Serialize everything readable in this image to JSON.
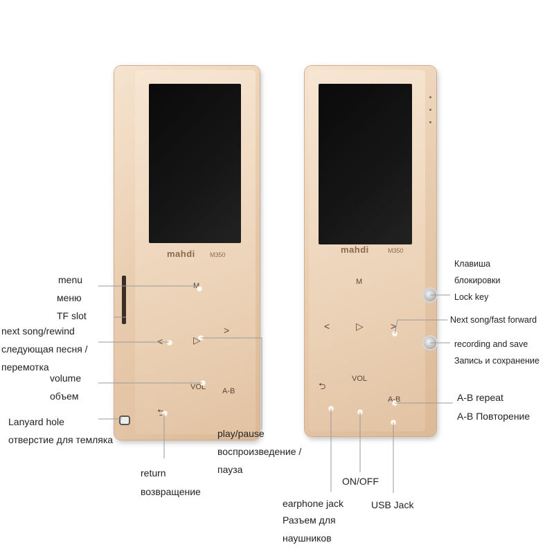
{
  "left_device": {
    "brand": "mahdi",
    "model": "M350",
    "buttons": {
      "menu": "M",
      "prev": "<",
      "play": "▷",
      "next": ">",
      "vol": "VOL",
      "ab": "A-B",
      "back": "⮌"
    }
  },
  "right_device": {
    "brand": "mahdi",
    "model": "M350",
    "buttons": {
      "menu": "M",
      "prev": "<",
      "play": "▷",
      "next": ">",
      "vol": "VOL",
      "ab": "A-B",
      "back": "⮌"
    }
  },
  "labels": {
    "menu_en": "menu",
    "menu_ru": "меню",
    "tf_slot": "TF slot",
    "next_rewind_en": "next song/rewind",
    "next_rewind_ru_1": "следующая песня /",
    "next_rewind_ru_2": "перемотка",
    "volume_en": "volume",
    "volume_ru": "объем",
    "lanyard_en": "Lanyard hole",
    "lanyard_ru": "отверстие для темляка",
    "return_en": "return",
    "return_ru": "возвращение",
    "play_pause_en": "play/pause",
    "play_pause_ru_1": "воспроизведение /",
    "play_pause_ru_2": "пауза",
    "lock_ru_1": "Клавиша",
    "lock_ru_2": "блокировки",
    "lock_en": "Lock key",
    "next_fast_en": "Next song/fast forward",
    "recording_en": "recording and save",
    "recording_ru": "Запись и сохранение",
    "ab_repeat_en": "A-B repeat",
    "ab_repeat_ru": "A-B Повторение",
    "on_off": "ON/OFF",
    "earphone_en": "earphone jack",
    "earphone_ru_1": "Разъем для",
    "earphone_ru_2": "наушников",
    "usb_jack": "USB Jack"
  }
}
